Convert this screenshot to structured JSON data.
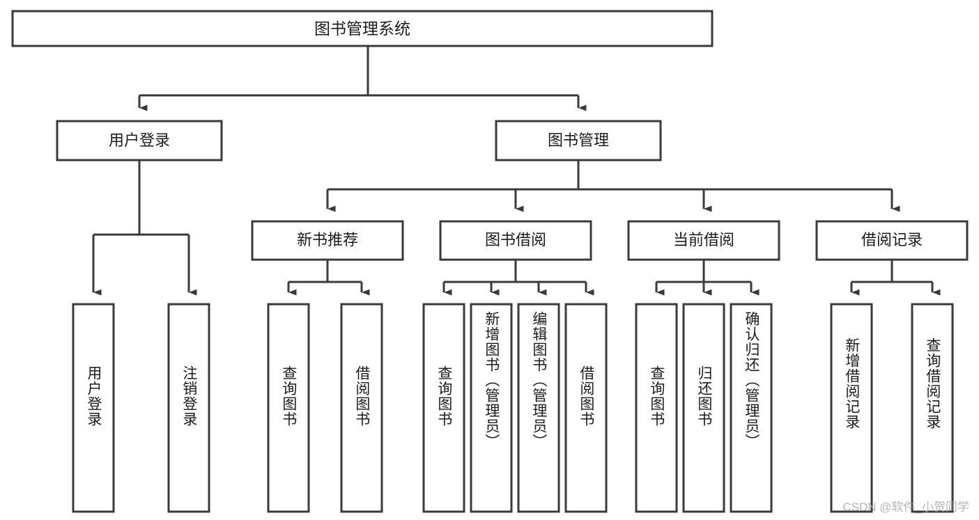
{
  "diagram": {
    "title": "图书管理系统",
    "type": "tree",
    "orientation": "top-down",
    "colors": {
      "box_stroke": "#3a3a3a",
      "box_fill": "#ffffff",
      "text": "#1b1b1b",
      "background": "#ffffff",
      "watermark": "#a8a8a8"
    },
    "root": {
      "label": "图书管理系统"
    },
    "level2": [
      {
        "label": "用户登录"
      },
      {
        "label": "图书管理"
      }
    ],
    "level3": [
      {
        "label": "新书推荐"
      },
      {
        "label": "图书借阅"
      },
      {
        "label": "当前借阅"
      },
      {
        "label": "借阅记录"
      }
    ],
    "leaves": {
      "user_login": [
        {
          "label": "用户登录"
        },
        {
          "label": "注销登录"
        }
      ],
      "new_book_recommend": [
        {
          "label": "查询图书"
        },
        {
          "label": "借阅图书"
        }
      ],
      "book_borrow": [
        {
          "label": "查询图书"
        },
        {
          "label": "新增图书（管理员）"
        },
        {
          "label": "编辑图书（管理员）"
        },
        {
          "label": "借阅图书"
        }
      ],
      "current_borrow": [
        {
          "label": "查询图书"
        },
        {
          "label": "归还图书"
        },
        {
          "label": "确认归还（管理员）"
        }
      ],
      "borrow_record": [
        {
          "label": "新增借阅记录"
        },
        {
          "label": "查询借阅记录"
        }
      ]
    }
  },
  "watermark": {
    "text": "CSDN @软件_小贺同学"
  }
}
